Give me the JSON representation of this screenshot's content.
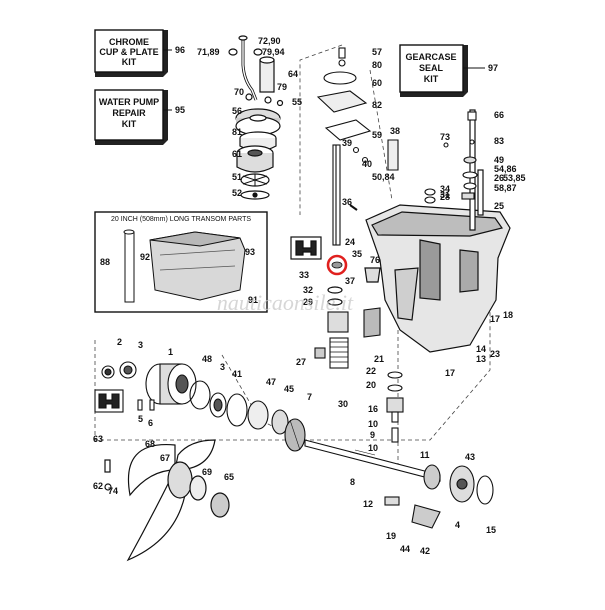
{
  "kits": {
    "chrome": {
      "line1": "CHROME",
      "line2": "CUP & PLATE",
      "line3": "KIT",
      "ref": "96"
    },
    "waterpump": {
      "line1": "WATER PUMP",
      "line2": "REPAIR",
      "line3": "KIT",
      "ref": "95"
    },
    "gearcase": {
      "line1": "GEARCASE",
      "line2": "SEAL",
      "line3": "KIT",
      "ref": "97"
    }
  },
  "transom_panel_title": "20 INCH (508mm) LONG TRANSOM PARTS",
  "watermark": "nauticaonsile.it",
  "highlight_color": "#e0201e",
  "callouts": [
    {
      "id": "c-72-90",
      "text": "72,90"
    },
    {
      "id": "c-71-89",
      "text": "71,89"
    },
    {
      "id": "c-79-94",
      "text": "79,94"
    },
    {
      "id": "c-57",
      "text": "57"
    },
    {
      "id": "c-80",
      "text": "80"
    },
    {
      "id": "c-60",
      "text": "60"
    },
    {
      "id": "c-64",
      "text": "64"
    },
    {
      "id": "c-70",
      "text": "70"
    },
    {
      "id": "c-79",
      "text": "79"
    },
    {
      "id": "c-55",
      "text": "55"
    },
    {
      "id": "c-56",
      "text": "56"
    },
    {
      "id": "c-82",
      "text": "82"
    },
    {
      "id": "c-81",
      "text": "81"
    },
    {
      "id": "c-59",
      "text": "59"
    },
    {
      "id": "c-38",
      "text": "38"
    },
    {
      "id": "c-39",
      "text": "39"
    },
    {
      "id": "c-40",
      "text": "40"
    },
    {
      "id": "c-61",
      "text": "61"
    },
    {
      "id": "c-51",
      "text": "51"
    },
    {
      "id": "c-50-84",
      "text": "50,84"
    },
    {
      "id": "c-52",
      "text": "52"
    },
    {
      "id": "c-36",
      "text": "36"
    },
    {
      "id": "c-66",
      "text": "66"
    },
    {
      "id": "c-73",
      "text": "73"
    },
    {
      "id": "c-83",
      "text": "83"
    },
    {
      "id": "c-49",
      "text": "49"
    },
    {
      "id": "c-54-86",
      "text": "54,86"
    },
    {
      "id": "c-26",
      "text": "26"
    },
    {
      "id": "c-53-85",
      "text": "53,85"
    },
    {
      "id": "c-58-87",
      "text": "58,87"
    },
    {
      "id": "c-34",
      "text": "34"
    },
    {
      "id": "c-28",
      "text": "28"
    },
    {
      "id": "c-31",
      "text": "31"
    },
    {
      "id": "c-25",
      "text": "25"
    },
    {
      "id": "c-24",
      "text": "24"
    },
    {
      "id": "c-35",
      "text": "35"
    },
    {
      "id": "c-76",
      "text": "76"
    },
    {
      "id": "c-33",
      "text": "33"
    },
    {
      "id": "c-37",
      "text": "37"
    },
    {
      "id": "c-32",
      "text": "32"
    },
    {
      "id": "c-29",
      "text": "29"
    },
    {
      "id": "c-88",
      "text": "88"
    },
    {
      "id": "c-92",
      "text": "92"
    },
    {
      "id": "c-93",
      "text": "93"
    },
    {
      "id": "c-91",
      "text": "91"
    },
    {
      "id": "c-17a",
      "text": "17"
    },
    {
      "id": "c-18",
      "text": "18"
    },
    {
      "id": "c-27",
      "text": "27"
    },
    {
      "id": "c-30",
      "text": "30"
    },
    {
      "id": "c-14",
      "text": "14"
    },
    {
      "id": "c-13",
      "text": "13"
    },
    {
      "id": "c-23",
      "text": "23"
    },
    {
      "id": "c-17b",
      "text": "17"
    },
    {
      "id": "c-21",
      "text": "21"
    },
    {
      "id": "c-22",
      "text": "22"
    },
    {
      "id": "c-20",
      "text": "20"
    },
    {
      "id": "c-16",
      "text": "16"
    },
    {
      "id": "c-10a",
      "text": "10"
    },
    {
      "id": "c-9",
      "text": "9"
    },
    {
      "id": "c-10b",
      "text": "10"
    },
    {
      "id": "c-2",
      "text": "2"
    },
    {
      "id": "c-3a",
      "text": "3"
    },
    {
      "id": "c-1",
      "text": "1"
    },
    {
      "id": "c-48",
      "text": "48"
    },
    {
      "id": "c-3b",
      "text": "3"
    },
    {
      "id": "c-41",
      "text": "41"
    },
    {
      "id": "c-47",
      "text": "47"
    },
    {
      "id": "c-45",
      "text": "45"
    },
    {
      "id": "c-7",
      "text": "7"
    },
    {
      "id": "c-5",
      "text": "5"
    },
    {
      "id": "c-6",
      "text": "6"
    },
    {
      "id": "c-63",
      "text": "63"
    },
    {
      "id": "c-68",
      "text": "68"
    },
    {
      "id": "c-67",
      "text": "67"
    },
    {
      "id": "c-69",
      "text": "69"
    },
    {
      "id": "c-65",
      "text": "65"
    },
    {
      "id": "c-62",
      "text": "62"
    },
    {
      "id": "c-74",
      "text": "74"
    },
    {
      "id": "c-8",
      "text": "8"
    },
    {
      "id": "c-11",
      "text": "11"
    },
    {
      "id": "c-43",
      "text": "43"
    },
    {
      "id": "c-12",
      "text": "12"
    },
    {
      "id": "c-4",
      "text": "4"
    },
    {
      "id": "c-19",
      "text": "19"
    },
    {
      "id": "c-44",
      "text": "44"
    },
    {
      "id": "c-42",
      "text": "42"
    },
    {
      "id": "c-15",
      "text": "15"
    }
  ]
}
